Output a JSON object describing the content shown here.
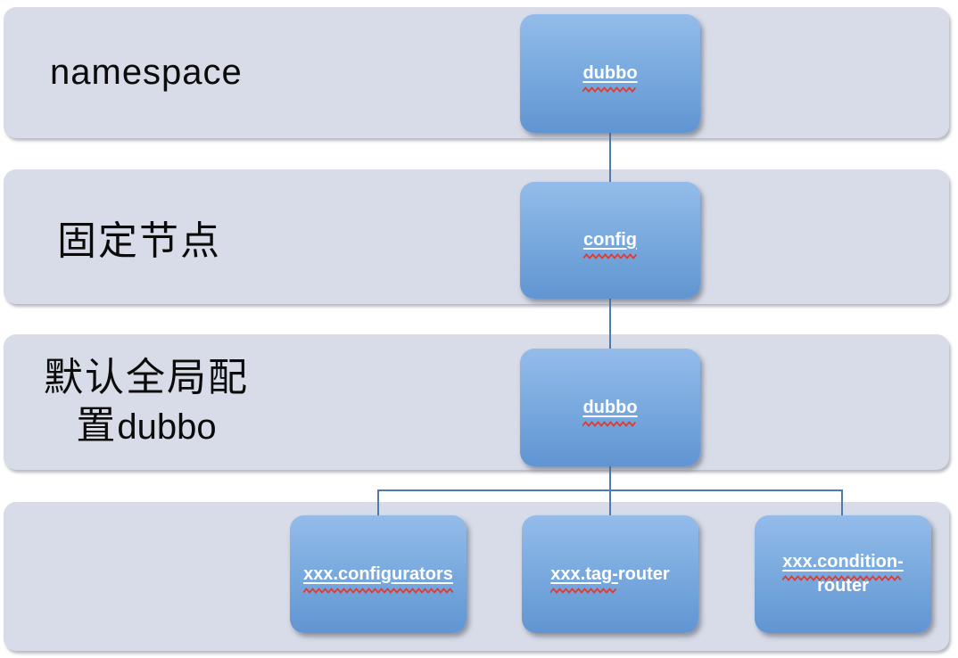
{
  "diagram": {
    "bands": [
      {
        "name": "namespace",
        "label": "namespace"
      },
      {
        "name": "fixed-node",
        "label": "固定节点"
      },
      {
        "name": "default-global-config",
        "label": "默认全局配置dubbo",
        "label_line1": "默认全局配",
        "label_line2_cjk": "置",
        "label_line2_latin": "dubbo"
      },
      {
        "name": "children",
        "label": ""
      }
    ],
    "nodes": [
      {
        "name": "dubbo-root",
        "label": "dubbo",
        "lines": [
          [
            {
              "text": "dubbo",
              "squiggle": true
            }
          ]
        ]
      },
      {
        "name": "config",
        "label": "config",
        "lines": [
          [
            {
              "text": "config",
              "squiggle": true
            }
          ]
        ]
      },
      {
        "name": "dubbo-config",
        "label": "dubbo",
        "lines": [
          [
            {
              "text": "dubbo",
              "squiggle": true
            }
          ]
        ]
      },
      {
        "name": "configurators",
        "label": "xxx.configurators",
        "lines": [
          [
            {
              "text": "xxx.configurators",
              "squiggle": true
            }
          ]
        ]
      },
      {
        "name": "tag-router",
        "label": "xxx.tag-router",
        "lines": [
          [
            {
              "text": "xxx.tag-",
              "squiggle": true
            },
            {
              "text": "router",
              "squiggle": false
            }
          ]
        ]
      },
      {
        "name": "condition-router",
        "label": "xxx.condition-router",
        "lines": [
          [
            {
              "text": "xxx.condition-",
              "squiggle": true
            }
          ],
          [
            {
              "text": "router",
              "squiggle": false
            }
          ]
        ]
      }
    ],
    "colors": {
      "page_background": "#ffffff",
      "band_background": "#d8dce8",
      "band_label_text": "#0b0b0b",
      "node_gradient_top": "#94bcea",
      "node_gradient_bottom": "#6195d2",
      "node_text": "#ffffff",
      "connector": "#4d7bab",
      "spellcheck_squiggle": "#e23a2e"
    }
  }
}
